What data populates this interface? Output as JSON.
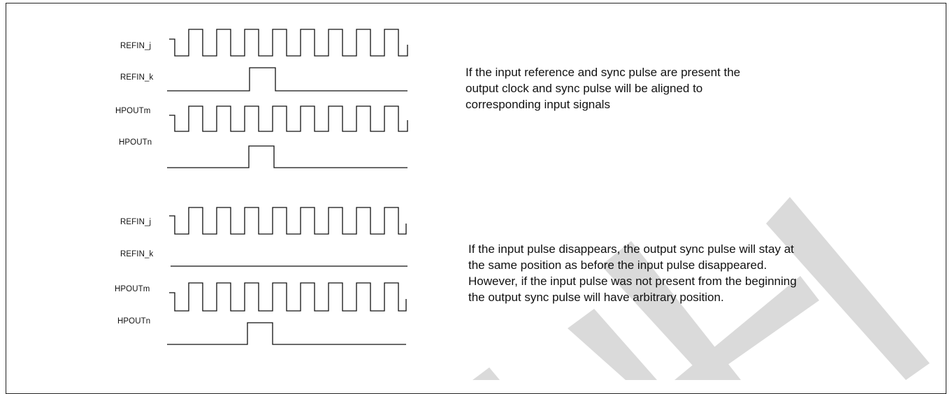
{
  "groups": [
    {
      "signals": [
        {
          "label": "REFIN_j",
          "type": "clock"
        },
        {
          "label": "REFIN_k",
          "type": "pulse"
        },
        {
          "label": "HPOUTm",
          "type": "clock"
        },
        {
          "label": "HPOUTn",
          "type": "pulse"
        }
      ],
      "caption": "If the input reference and sync pulse are present the output clock and sync pulse will be aligned to corresponding input signals"
    },
    {
      "signals": [
        {
          "label": "REFIN_j",
          "type": "clock"
        },
        {
          "label": "REFIN_k",
          "type": "flat"
        },
        {
          "label": "HPOUTm",
          "type": "clock"
        },
        {
          "label": "HPOUTn",
          "type": "pulse"
        }
      ],
      "caption": "If the input pulse disappears, the output sync pulse will stay at the same position as before the input pulse disappeared. However, if the input pulse was not present from the beginning the output sync pulse will have arbitrary position."
    }
  ],
  "colors": {
    "line": "#111111",
    "frame": "#222222",
    "watermark": "#d9d9d9"
  }
}
